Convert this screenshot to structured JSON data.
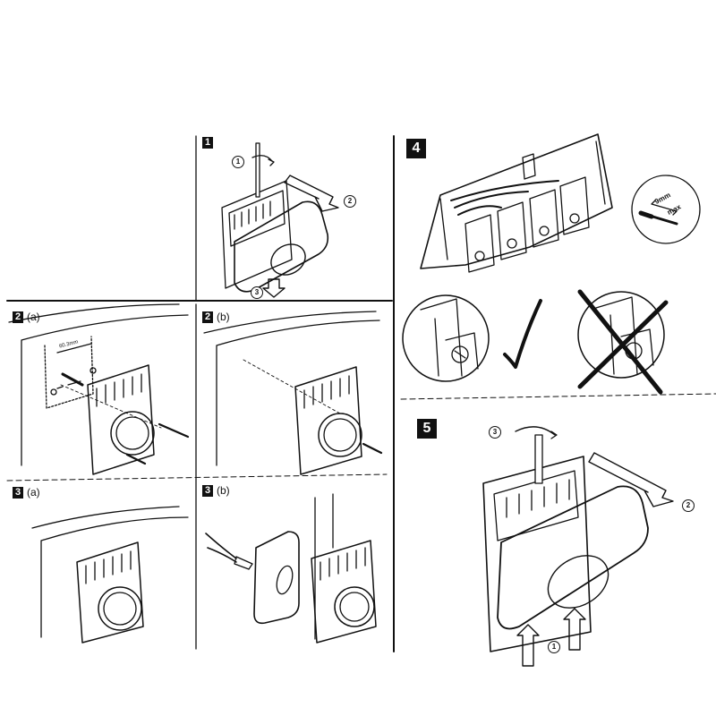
{
  "steps": {
    "s1": {
      "num": "1"
    },
    "s2a": {
      "num": "2",
      "sub": "(a)",
      "dimension": "60.3mm"
    },
    "s2b": {
      "num": "2",
      "sub": "(b)"
    },
    "s3a": {
      "num": "3",
      "sub": "(a)"
    },
    "s3b": {
      "num": "3",
      "sub": "(b)"
    },
    "s4": {
      "num": "4",
      "strip_max": "9mm",
      "strip_max_2": "max"
    },
    "s5": {
      "num": "5"
    }
  },
  "callouts": {
    "c1": "1",
    "c2": "2",
    "c3": "3"
  },
  "icons": {
    "correct": "check-mark-icon",
    "incorrect": "cross-mark-icon",
    "rotate": "rotate-screwdriver-icon"
  },
  "colors": {
    "ink": "#111111",
    "paper": "#ffffff"
  }
}
